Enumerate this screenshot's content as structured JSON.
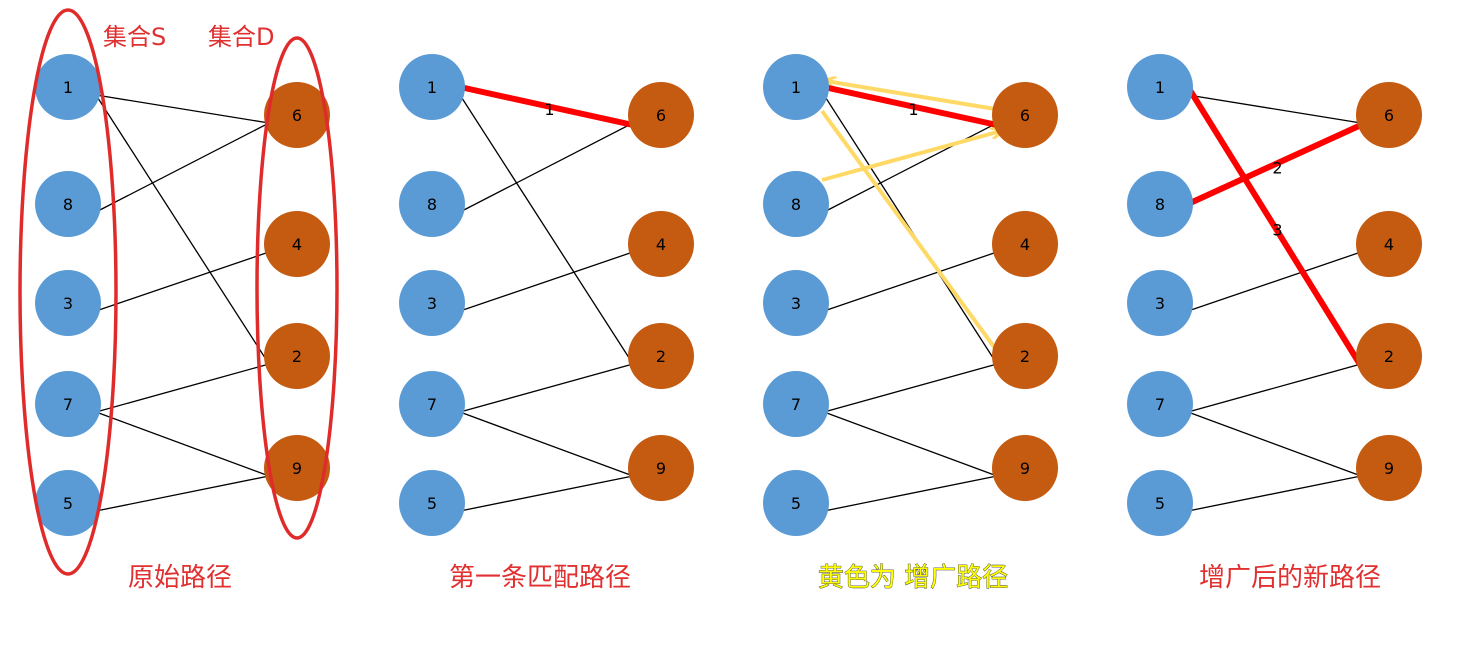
{
  "colors": {
    "left_node": "#5b9bd5",
    "right_node": "#c55a11",
    "plain_edge": "#000000",
    "match_edge": "#ff0000",
    "aug_path": "#ffd966",
    "caption": "#e03030",
    "set_outline": "#e02b2b"
  },
  "set_labels": {
    "S": "集合S",
    "D": "集合D"
  },
  "left_nodes": [
    "1",
    "8",
    "3",
    "7",
    "5"
  ],
  "right_nodes": [
    "6",
    "4",
    "2",
    "9"
  ],
  "edges": [
    [
      "1",
      "6"
    ],
    [
      "1",
      "2"
    ],
    [
      "8",
      "6"
    ],
    [
      "3",
      "4"
    ],
    [
      "7",
      "2"
    ],
    [
      "7",
      "9"
    ],
    [
      "5",
      "9"
    ]
  ],
  "panels": [
    {
      "caption": "原始路径",
      "caption_color": "#e03030",
      "set_outlines": true,
      "matched": [],
      "edge_labels": [],
      "augmenting_arrows": []
    },
    {
      "caption": "第一条匹配路径",
      "caption_color": "#e03030",
      "set_outlines": false,
      "matched": [
        [
          "1",
          "6"
        ]
      ],
      "edge_labels": [
        {
          "edge": [
            "1",
            "6"
          ],
          "text": "1"
        }
      ],
      "augmenting_arrows": []
    },
    {
      "caption": "黄色为   增广路径",
      "caption_color": "#ffff00",
      "set_outlines": false,
      "matched": [
        [
          "1",
          "6"
        ]
      ],
      "edge_labels": [
        {
          "edge": [
            "1",
            "6"
          ],
          "text": "1"
        }
      ],
      "augmenting_arrows": [
        [
          "6",
          "1"
        ],
        [
          "8",
          "6"
        ],
        [
          "1",
          "2"
        ]
      ]
    },
    {
      "caption": "增广后的新路径",
      "caption_color": "#e03030",
      "set_outlines": false,
      "matched": [
        [
          "8",
          "6"
        ],
        [
          "1",
          "2"
        ]
      ],
      "edge_labels": [
        {
          "edge": [
            "8",
            "6"
          ],
          "text": "2"
        },
        {
          "edge": [
            "1",
            "2"
          ],
          "text": "3"
        }
      ],
      "augmenting_arrows": []
    }
  ]
}
